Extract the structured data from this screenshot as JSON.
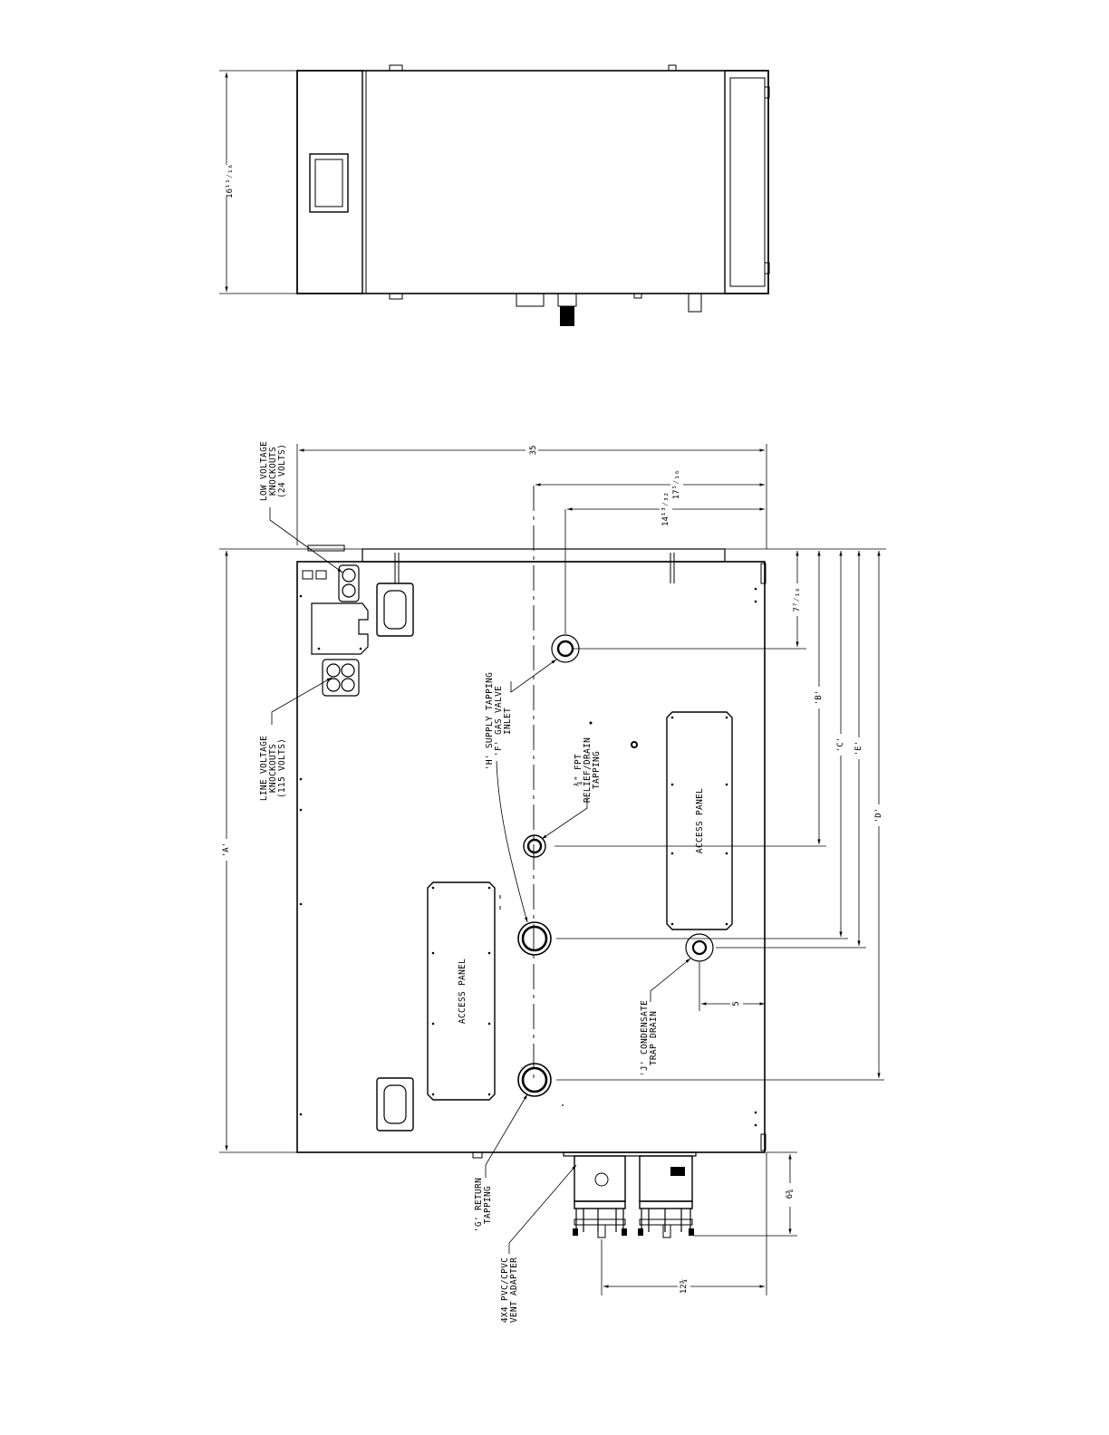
{
  "top_view": {
    "height_dim": "16¹¹⁄₁₆"
  },
  "side_view": {
    "dims": {
      "overall_width": "35",
      "supply_offset": "17⁵⁄₁₆",
      "gas_offset": "14¹³⁄₃₂",
      "top_offset": "7⁷⁄₁₆",
      "B": "'B'",
      "C": "'C'",
      "E": "'E'",
      "D": "'D'",
      "A": "'A'",
      "drain_offset": "5",
      "vent_depth": "6¾",
      "vent_offset": "12¾"
    },
    "labels": {
      "low_voltage": [
        "LOW VOLTAGE",
        "KNOCKOUTS",
        "(24 VOLTS)"
      ],
      "line_voltage": [
        "LINE VOLTAGE",
        "KNOCKOUTS",
        "(115 VOLTS)"
      ],
      "supply_gas": [
        "'H' SUPPLY TAPPING",
        "'F' GAS VALVE",
        "INLET"
      ],
      "relief": [
        "¾\" FPT",
        "RELIEF/DRAIN",
        "TAPPING"
      ],
      "condensate": [
        "'J' CONDENSATE",
        "TRAP DRAIN"
      ],
      "return": [
        "'G' RETURN",
        "TAPPING"
      ],
      "vent": [
        "4X4 PVC/CPVC",
        "VENT ADAPTER"
      ],
      "access_panel_1": "ACCESS PANEL",
      "access_panel_2": "ACCESS PANEL"
    }
  }
}
